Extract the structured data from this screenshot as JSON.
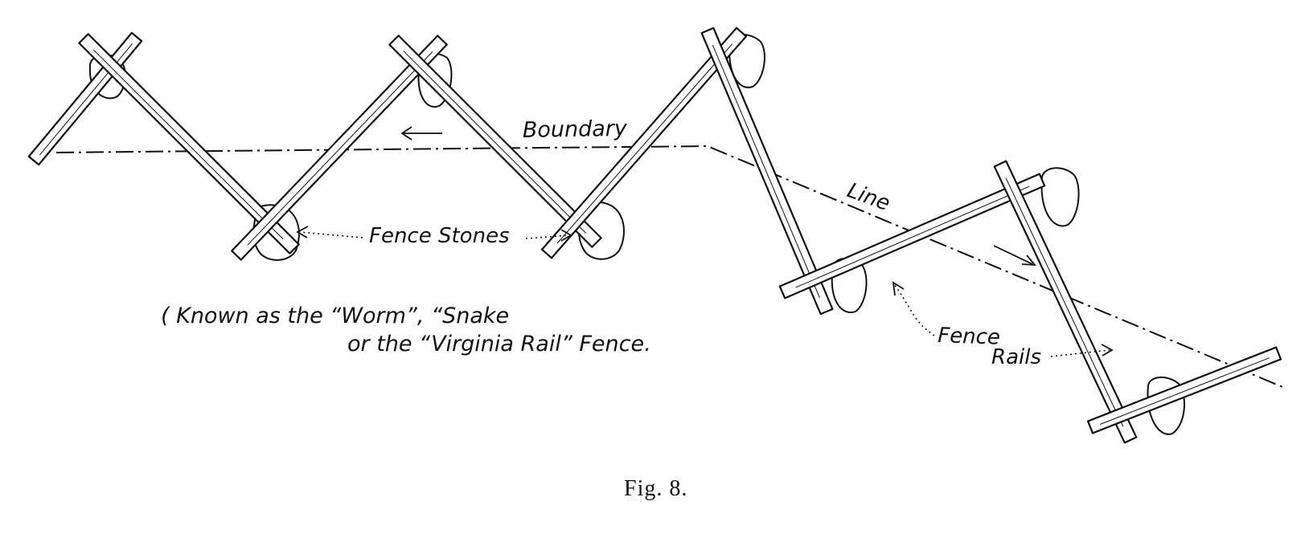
{
  "labels": {
    "boundary": "Boundary",
    "line": "Line",
    "fence_stones": "Fence Stones",
    "fence_rails": "Fence",
    "rails": "Rails",
    "known_as_1": "( Known as the “Worm”, “Snake",
    "known_as_2": "or the “Virginia Rail” Fence.",
    "figure": "Fig. 8."
  }
}
